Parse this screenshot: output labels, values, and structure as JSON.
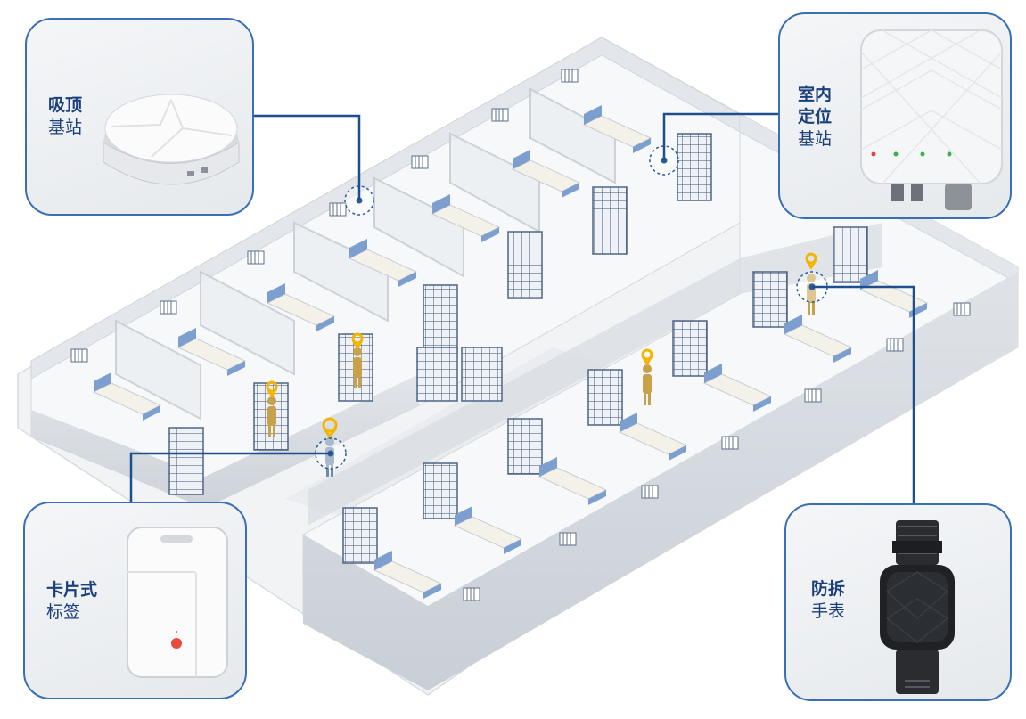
{
  "devices": [
    {
      "id": "ceiling",
      "title": "吸顶",
      "subtitle": "基站"
    },
    {
      "id": "indoor",
      "title_line1": "室内",
      "title_line2": "定位",
      "subtitle": "基站"
    },
    {
      "id": "card",
      "title": "卡片式",
      "subtitle": "标签"
    },
    {
      "id": "watch",
      "title": "防拆",
      "subtitle": "手表"
    }
  ],
  "colors": {
    "accent": "#3b6fb3",
    "label": "#1b3f7a",
    "person": "#c8a24a",
    "marker": "#f5b400",
    "bedcover": "#7d9fd0"
  },
  "icons": [
    "location-pin-icon",
    "person-icon",
    "window-bars-icon",
    "bed-icon"
  ]
}
